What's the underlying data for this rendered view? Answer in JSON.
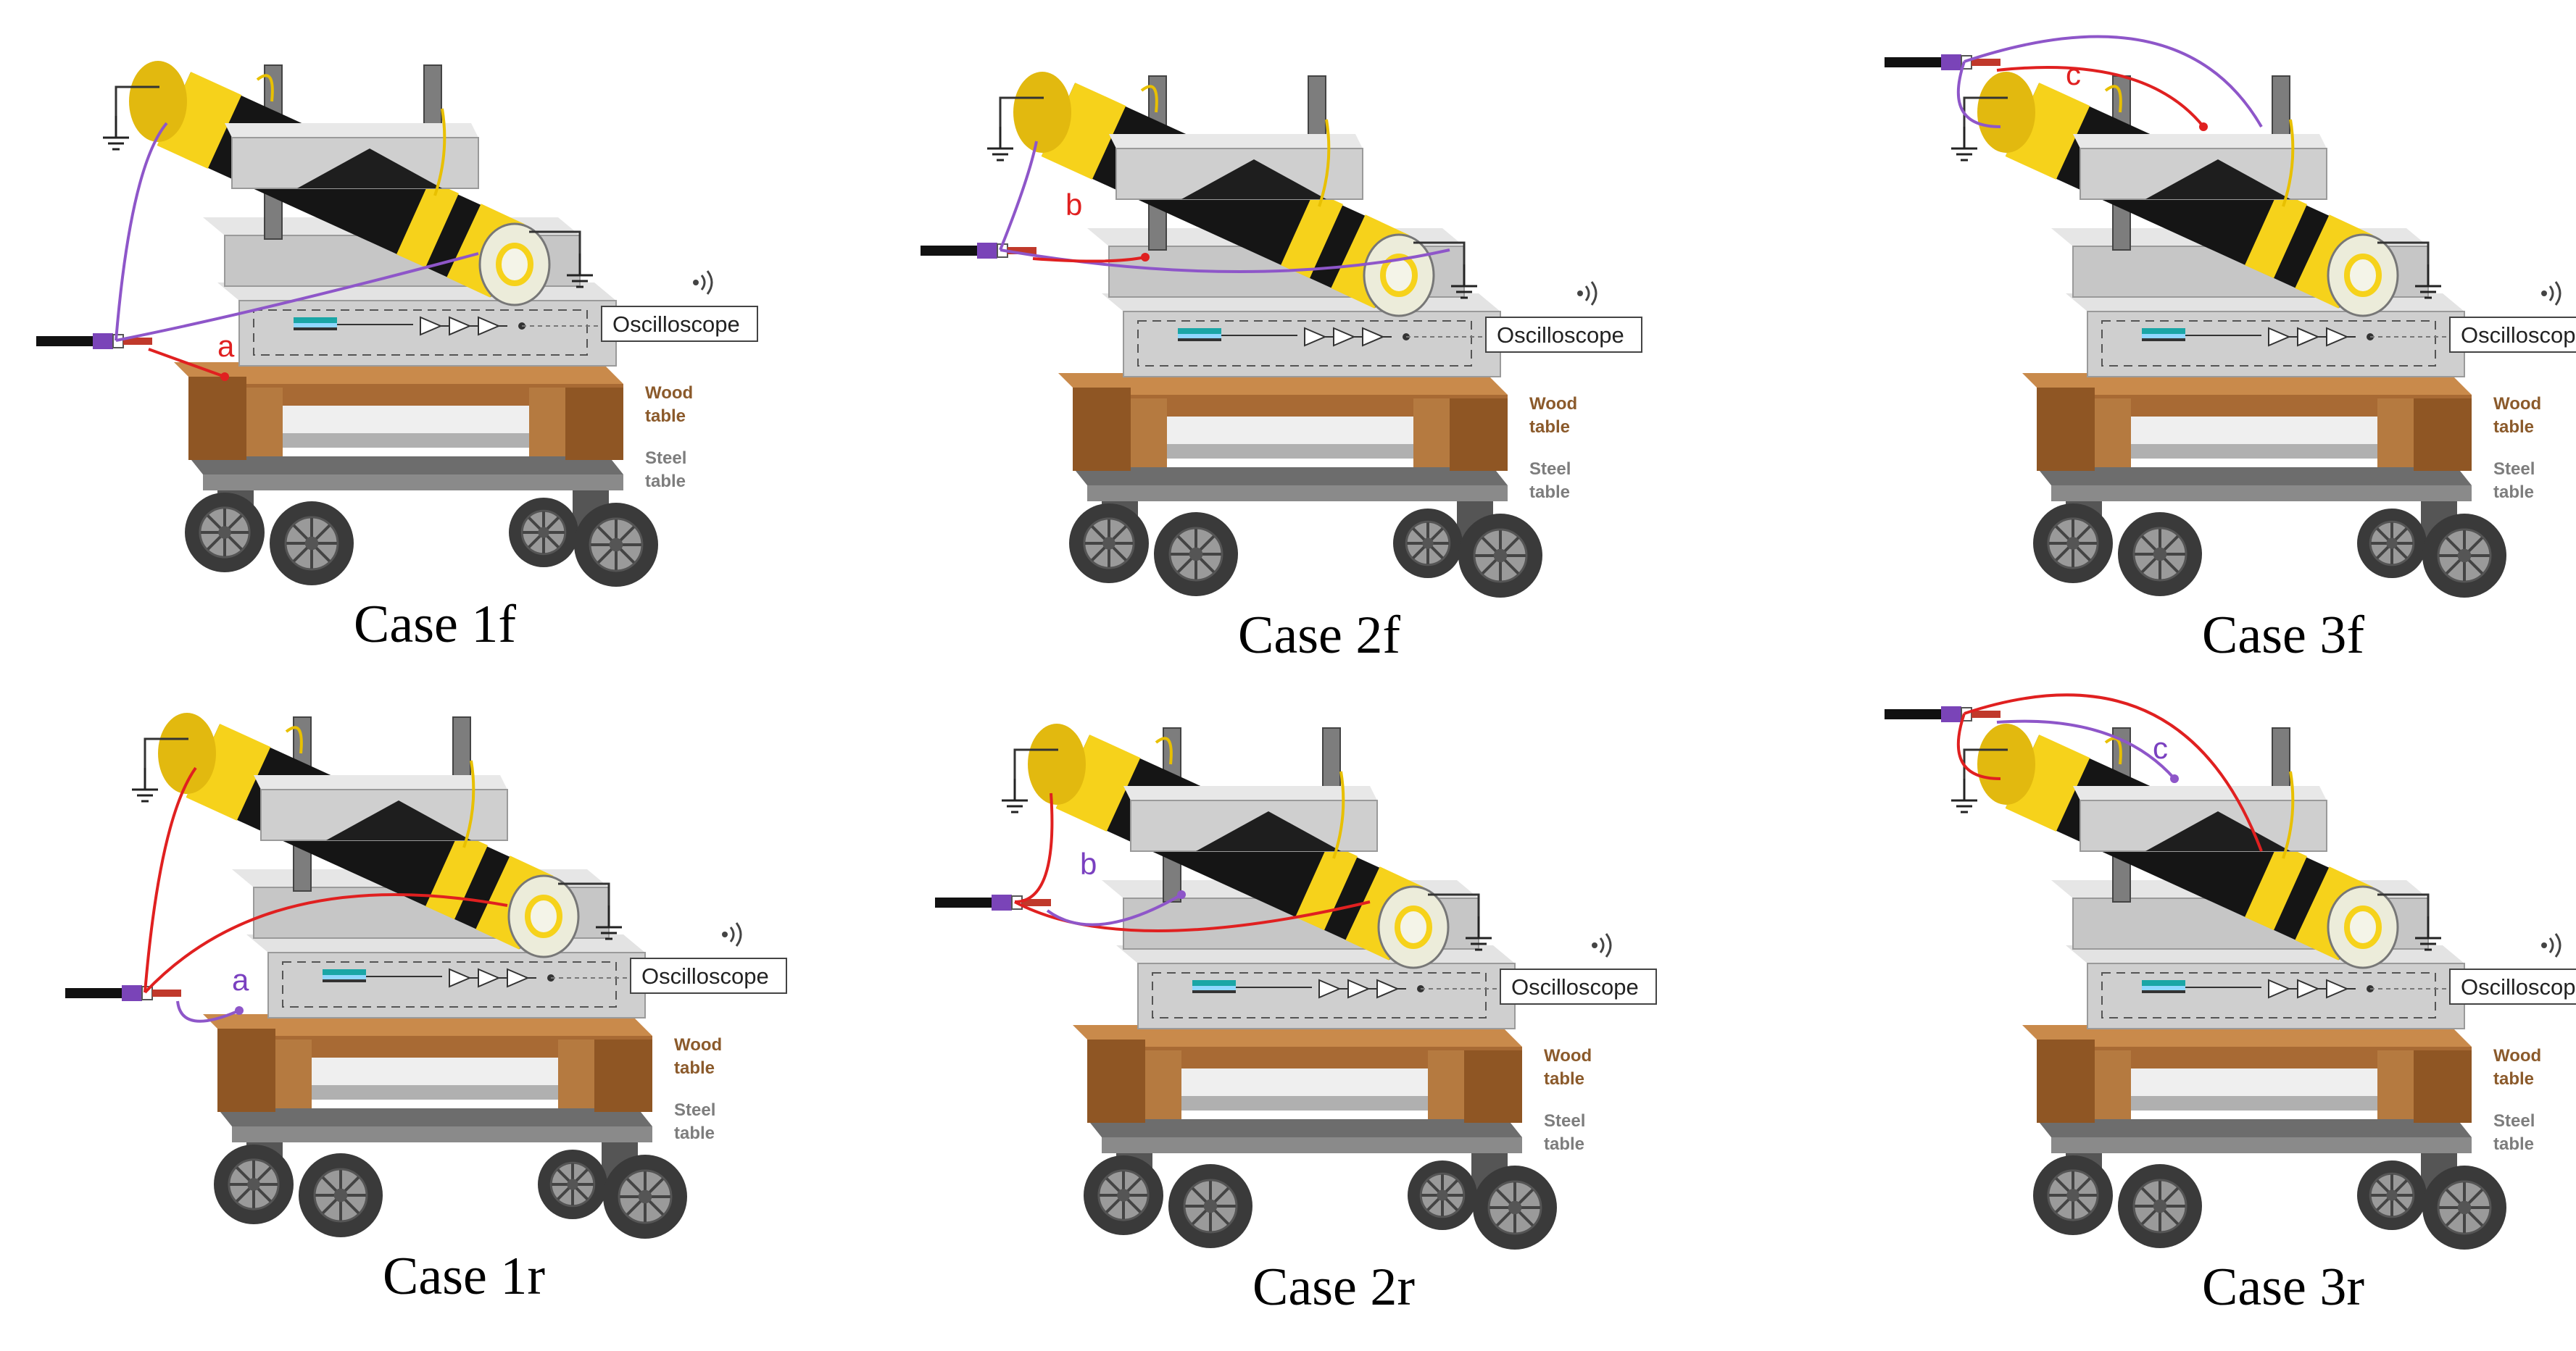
{
  "colors": {
    "red_wire": "#e02020",
    "purple_wire": "#8e56c9",
    "sensor_yellow": "#f6d21b",
    "wood": "#a86a34",
    "steel": "#808080",
    "block": "#cfcfcf",
    "cable_black": "#151515"
  },
  "common_labels": {
    "oscilloscope": "Oscilloscope",
    "wood_line1": "Wood",
    "wood_line2": "table",
    "steel_line1": "Steel",
    "steel_line2": "table"
  },
  "panels": [
    {
      "caption": "Case 1f",
      "letter": "a",
      "letter_color": "#e02020",
      "letter_wire": "red",
      "top_wire": "purple",
      "front_wire": "purple"
    },
    {
      "caption": "Case 2f",
      "letter": "b",
      "letter_color": "#e02020",
      "letter_wire": "red",
      "top_wire": "purple",
      "front_wire": "purple"
    },
    {
      "caption": "Case 3f",
      "letter": "c",
      "letter_color": "#e02020",
      "letter_wire": "red",
      "top_wire": "purple",
      "front_wire": "purple"
    },
    {
      "caption": "Case 1r",
      "letter": "a",
      "letter_color": "#7a40c0",
      "letter_wire": "purple",
      "top_wire": "red",
      "front_wire": "red"
    },
    {
      "caption": "Case 2r",
      "letter": "b",
      "letter_color": "#7a40c0",
      "letter_wire": "purple",
      "top_wire": "red",
      "front_wire": "red"
    },
    {
      "caption": "Case 3r",
      "letter": "c",
      "letter_color": "#7a40c0",
      "letter_wire": "purple",
      "top_wire": "red",
      "front_wire": "red"
    }
  ]
}
